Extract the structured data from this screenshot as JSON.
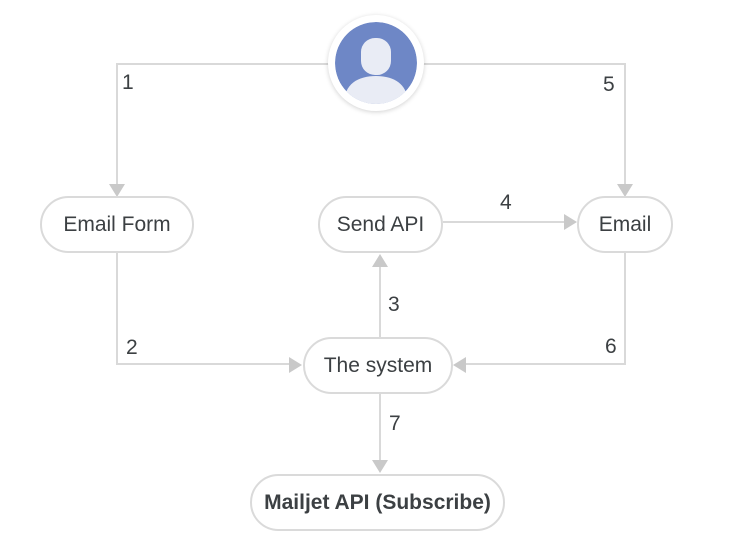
{
  "diagram": {
    "nodes": [
      {
        "id": "email-form",
        "label": "Email Form"
      },
      {
        "id": "send-api",
        "label": "Send API"
      },
      {
        "id": "email",
        "label": "Email"
      },
      {
        "id": "the-system",
        "label": "The system"
      },
      {
        "id": "mailjet-api-subscribe",
        "label": "Mailjet API (Subscribe)"
      }
    ],
    "edges": [
      {
        "step": "1",
        "from": "user",
        "to": "email-form"
      },
      {
        "step": "2",
        "from": "email-form",
        "to": "the-system"
      },
      {
        "step": "3",
        "from": "the-system",
        "to": "send-api"
      },
      {
        "step": "4",
        "from": "send-api",
        "to": "email"
      },
      {
        "step": "5",
        "from": "user",
        "to": "email"
      },
      {
        "step": "6",
        "from": "email",
        "to": "the-system"
      },
      {
        "step": "7",
        "from": "the-system",
        "to": "mailjet-api-subscribe"
      }
    ],
    "colors": {
      "background": "#ffffff",
      "line": "#d9d9d9",
      "arrowhead": "#c9c9c9",
      "node_border": "#dadada",
      "node_background": "#ffffff",
      "text": "#3c4043",
      "avatar_blue": "#6e87c6",
      "avatar_silhouette": "#e9ecf5",
      "avatar_ring": "#ffffff"
    }
  }
}
